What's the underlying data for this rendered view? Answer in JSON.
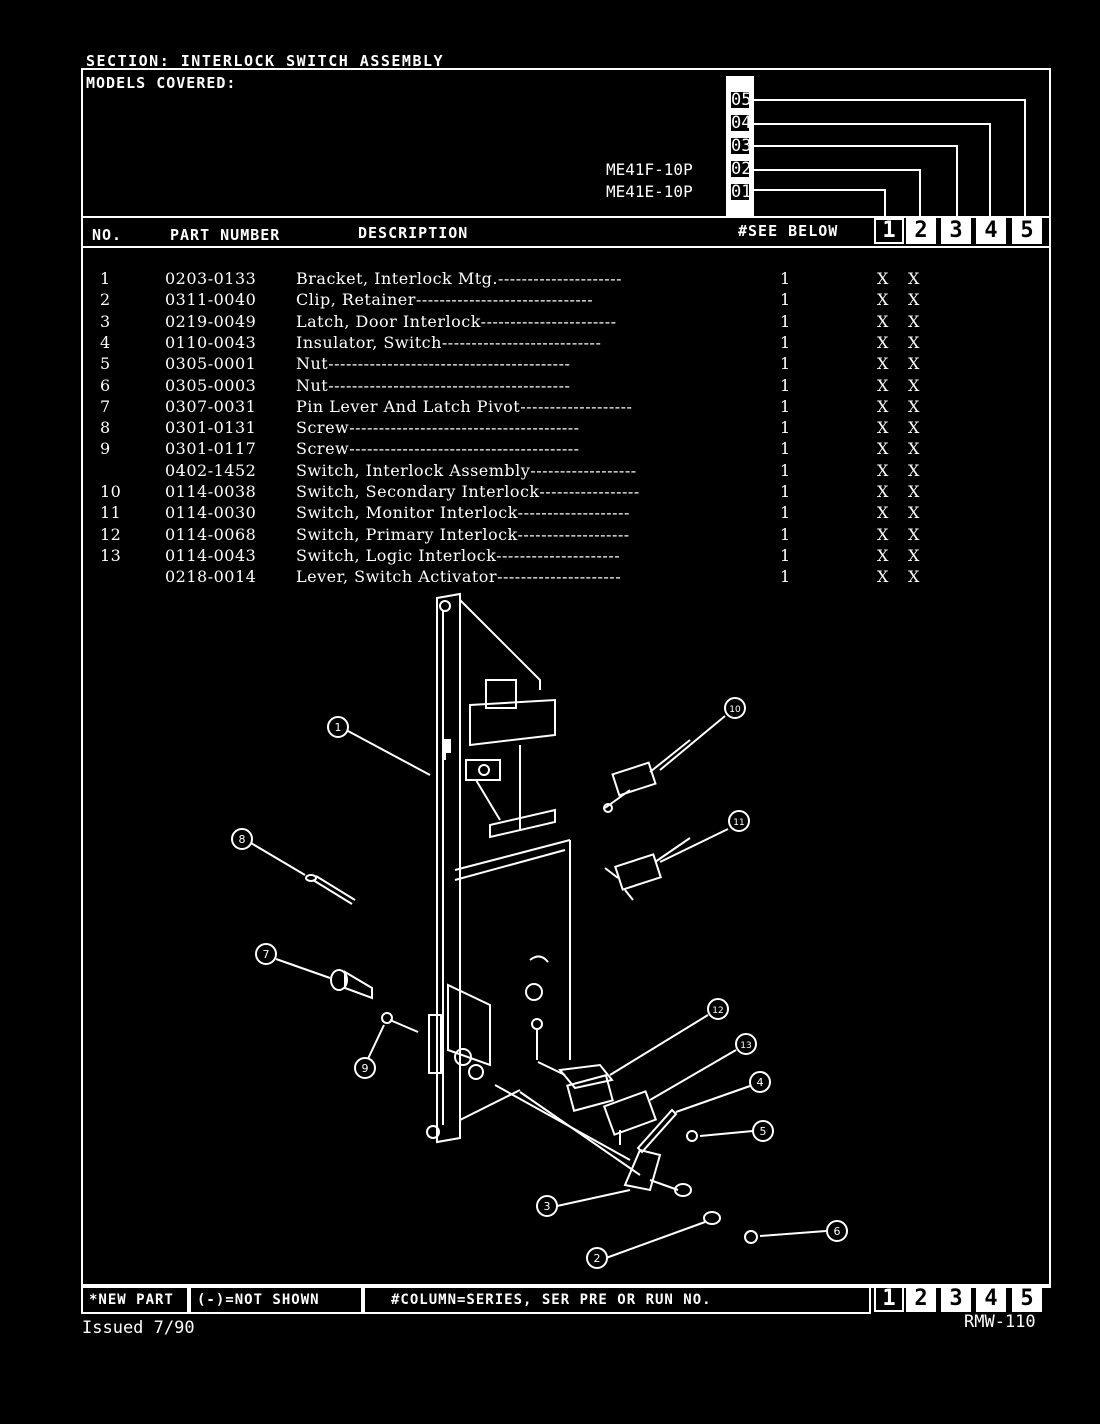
{
  "section_label": "SECTION: INTERLOCK SWITCH ASSEMBLY",
  "models_label": "MODELS COVERED:",
  "models": [
    {
      "code": "05",
      "name": ""
    },
    {
      "code": "04",
      "name": ""
    },
    {
      "code": "03",
      "name": ""
    },
    {
      "code": "02",
      "name": "ME41F-10P"
    },
    {
      "code": "01",
      "name": "ME41E-10P"
    }
  ],
  "columns": {
    "no": "NO.",
    "part_number": "PART NUMBER",
    "description": "DESCRIPTION",
    "see_below": "#SEE BELOW",
    "series": [
      "1",
      "2",
      "3",
      "4",
      "5"
    ]
  },
  "parts": [
    {
      "no": "1",
      "part": "0203-0133",
      "desc": "Bracket, Interlock Mtg.---------------------",
      "qty": "1",
      "c1": "X",
      "c2": "X"
    },
    {
      "no": "2",
      "part": "0311-0040",
      "desc": "Clip, Retainer------------------------------",
      "qty": "1",
      "c1": "X",
      "c2": "X"
    },
    {
      "no": "3",
      "part": "0219-0049",
      "desc": "Latch, Door Interlock-----------------------",
      "qty": "1",
      "c1": "X",
      "c2": "X"
    },
    {
      "no": "4",
      "part": "0110-0043",
      "desc": "Insulator, Switch---------------------------",
      "qty": "1",
      "c1": "X",
      "c2": "X"
    },
    {
      "no": "5",
      "part": "0305-0001",
      "desc": "Nut-----------------------------------------",
      "qty": "1",
      "c1": "X",
      "c2": "X"
    },
    {
      "no": "6",
      "part": "0305-0003",
      "desc": "Nut-----------------------------------------",
      "qty": "1",
      "c1": "X",
      "c2": "X"
    },
    {
      "no": "7",
      "part": "0307-0031",
      "desc": "Pin Lever And Latch Pivot-------------------",
      "qty": "1",
      "c1": "X",
      "c2": "X"
    },
    {
      "no": "8",
      "part": "0301-0131",
      "desc": "Screw---------------------------------------",
      "qty": "1",
      "c1": "X",
      "c2": "X"
    },
    {
      "no": "9",
      "part": "0301-0117",
      "desc": "Screw---------------------------------------",
      "qty": "1",
      "c1": "X",
      "c2": "X"
    },
    {
      "no": "",
      "part": "0402-1452",
      "desc": "Switch, Interlock Assembly------------------",
      "qty": "1",
      "c1": "X",
      "c2": "X"
    },
    {
      "no": "10",
      "part": "0114-0038",
      "desc": "Switch, Secondary Interlock-----------------",
      "qty": "1",
      "c1": "X",
      "c2": "X"
    },
    {
      "no": "11",
      "part": "0114-0030",
      "desc": "Switch, Monitor Interlock-------------------",
      "qty": "1",
      "c1": "X",
      "c2": "X"
    },
    {
      "no": "12",
      "part": "0114-0068",
      "desc": "Switch, Primary Interlock-------------------",
      "qty": "1",
      "c1": "X",
      "c2": "X"
    },
    {
      "no": "13",
      "part": "0114-0043",
      "desc": "Switch, Logic Interlock---------------------",
      "qty": "1",
      "c1": "X",
      "c2": "X"
    },
    {
      "no": "",
      "part": "0218-0014",
      "desc": "Lever, Switch Activator---------------------",
      "qty": "1",
      "c1": "X",
      "c2": "X"
    }
  ],
  "callouts": [
    "1",
    "2",
    "3",
    "4",
    "5",
    "6",
    "7",
    "8",
    "9",
    "10",
    "11",
    "12",
    "13"
  ],
  "footer": {
    "new_part": "*NEW PART",
    "not_shown": "(-)=NOT SHOWN",
    "column_note": "#COLUMN=SERIES, SER PRE OR RUN NO.",
    "issued": "Issued  7/90",
    "doc_id": "RMW-110"
  }
}
